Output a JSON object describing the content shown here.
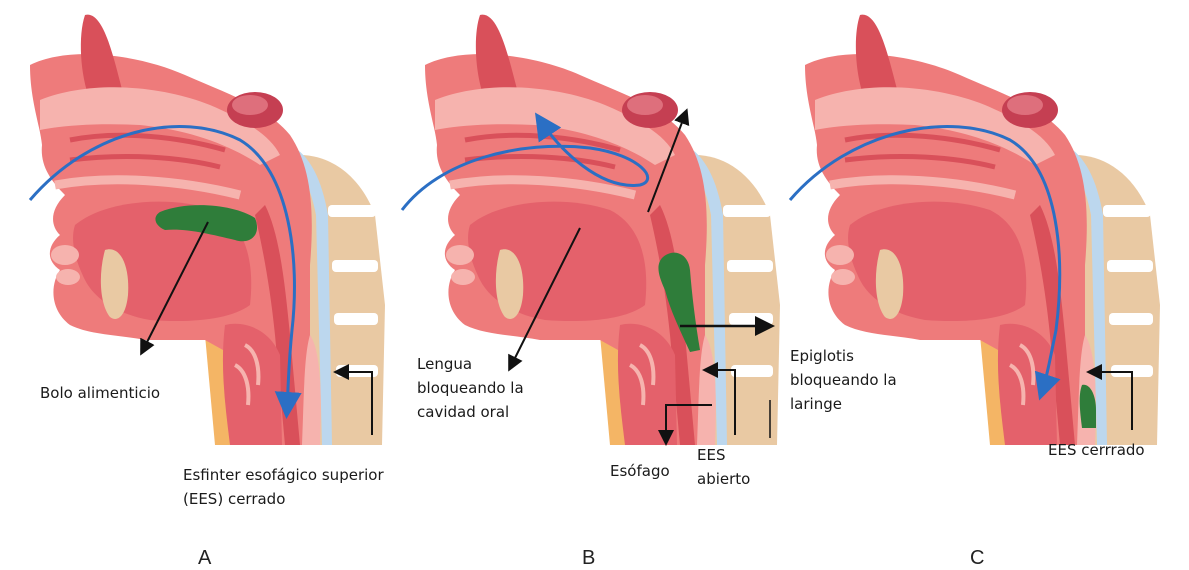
{
  "panels": [
    {
      "letter": "A",
      "labels": {
        "bolus": "Bolo alimenticio",
        "ues_line1": "Esfinter esofágico superior",
        "ues_line2": "(EES) cerrado"
      }
    },
    {
      "letter": "B",
      "labels": {
        "tongue_line1": "Lengua",
        "tongue_line2": "bloqueando la",
        "tongue_line3": "cavidad oral",
        "esophagus": "Esófago",
        "ues_line1": "EES",
        "ues_line2": "abierto"
      }
    },
    {
      "letter": "C",
      "labels": {
        "epi_line1": "Epiglotis",
        "epi_line2": "bloqueando la",
        "epi_line3": "laringe",
        "ues": "EES cerrrado"
      }
    }
  ],
  "colors": {
    "tissue": "#ee7b7b",
    "tissue_dark": "#d9505a",
    "tissue_light": "#f6b3ae",
    "bone": "#e9c9a3",
    "spine_disc": "#ffffff",
    "bolus": "#2f7d3a",
    "airflow": "#2b6fc4",
    "neck": "#f4b565",
    "sinus": "#c53f52"
  }
}
